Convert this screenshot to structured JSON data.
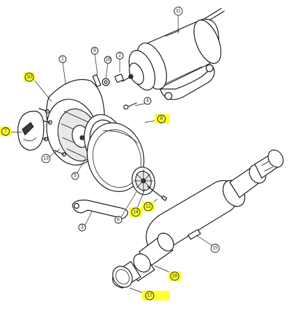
{
  "colors": {
    "highlight": "#ffff33",
    "line": "#1a1a1a",
    "background": "#ffffff"
  },
  "callouts": [
    {
      "id": "1",
      "label": "1",
      "highlighted": false
    },
    {
      "id": "2",
      "label": "2",
      "highlighted": false
    },
    {
      "id": "3",
      "label": "3",
      "highlighted": false
    },
    {
      "id": "4",
      "label": "4",
      "highlighted": false
    },
    {
      "id": "5",
      "label": "5",
      "highlighted": false
    },
    {
      "id": "6",
      "label": "6",
      "highlighted": false
    },
    {
      "id": "7",
      "label": "7",
      "highlighted": true
    },
    {
      "id": "8",
      "label": "8",
      "highlighted": true
    },
    {
      "id": "9",
      "label": "9",
      "highlighted": false
    },
    {
      "id": "10",
      "label": "10",
      "highlighted": true
    },
    {
      "id": "11",
      "label": "11",
      "highlighted": false
    },
    {
      "id": "12",
      "label": "12",
      "highlighted": true
    },
    {
      "id": "13",
      "label": "13",
      "highlighted": false
    },
    {
      "id": "14",
      "label": "14",
      "highlighted": true
    },
    {
      "id": "15",
      "label": "15",
      "highlighted": false
    },
    {
      "id": "16",
      "label": "16",
      "highlighted": true
    },
    {
      "id": "17",
      "label": "17",
      "highlighted": true
    },
    {
      "id": "18",
      "label": "18",
      "highlighted": false
    }
  ]
}
